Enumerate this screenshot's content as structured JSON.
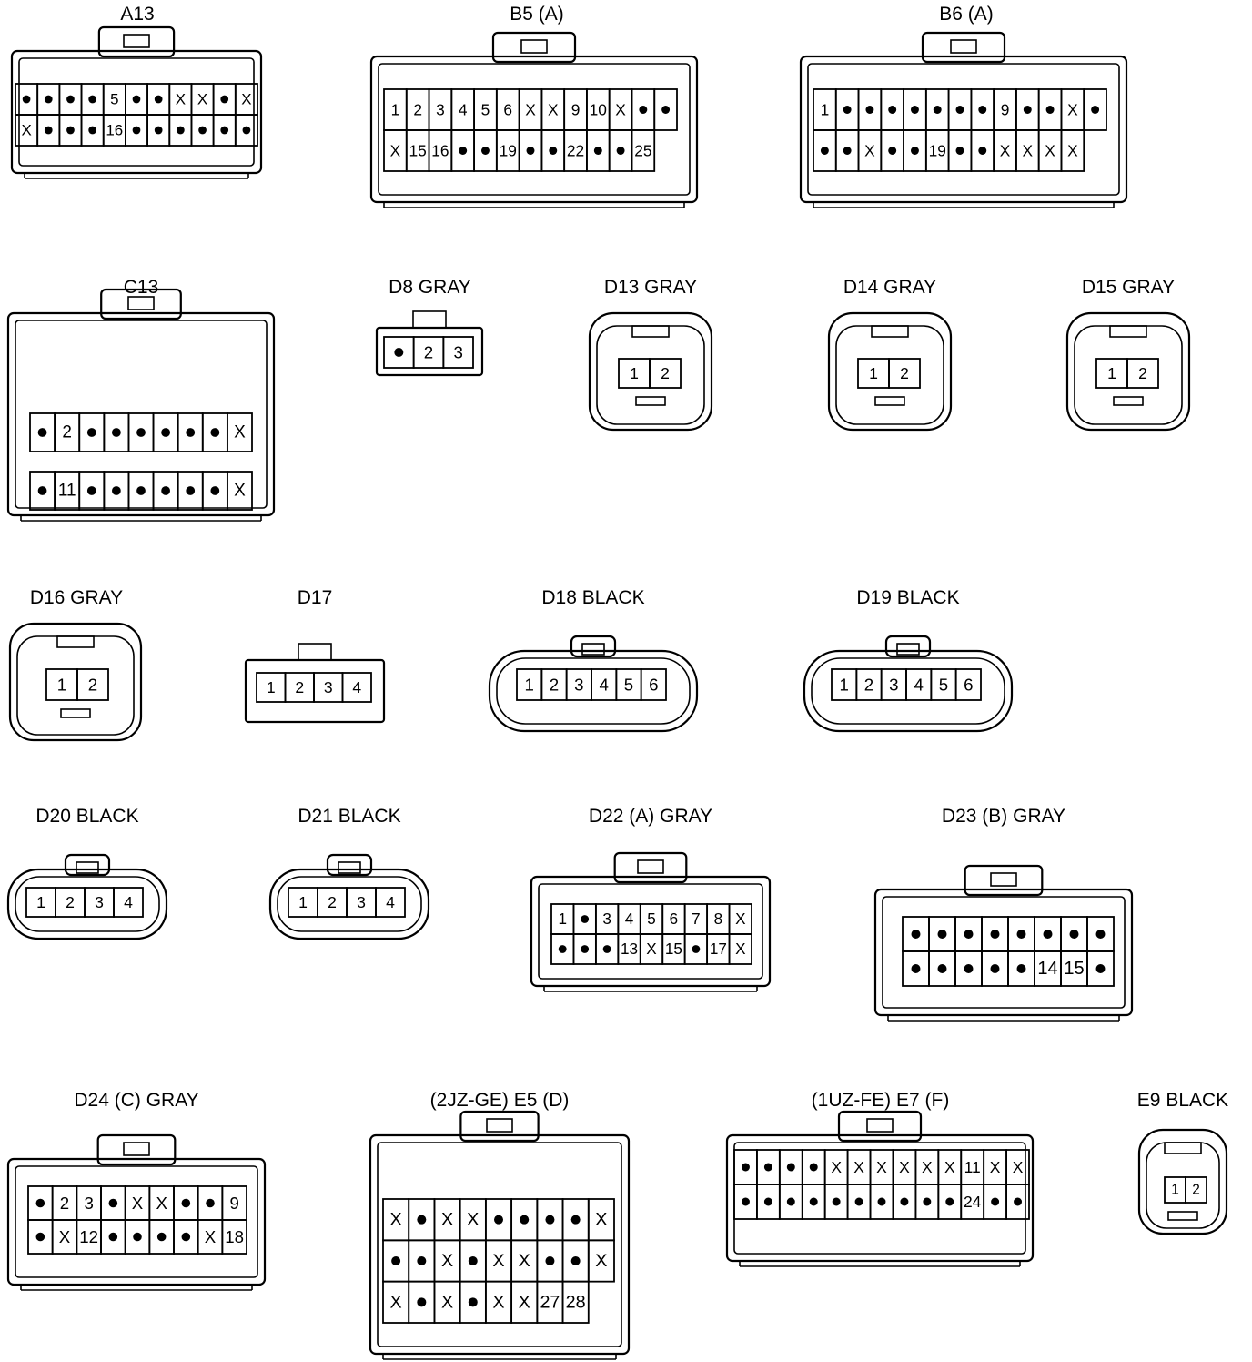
{
  "connectors": [
    {
      "id": "A13",
      "title": "A13",
      "variant": "dual",
      "rows": [
        [
          "•",
          "•",
          "•",
          "•",
          "5",
          "•",
          "•",
          "X",
          "X",
          "•",
          "X"
        ],
        [
          "X",
          "•",
          "•",
          "•",
          "16",
          "•",
          "•",
          "•",
          "•",
          "•",
          "•"
        ]
      ]
    },
    {
      "id": "B5",
      "title": "B5 (A)",
      "variant": "dual",
      "rows": [
        [
          "1",
          "2",
          "3",
          "4",
          "5",
          "6",
          "X",
          "X",
          "9",
          "10",
          "X",
          "•",
          "•"
        ],
        [
          "X",
          "15",
          "16",
          "•",
          "•",
          "19",
          "•",
          "•",
          "22",
          "•",
          "•",
          "25"
        ]
      ]
    },
    {
      "id": "B6",
      "title": "B6 (A)",
      "variant": "dual",
      "rows": [
        [
          "1",
          "•",
          "•",
          "•",
          "•",
          "•",
          "•",
          "•",
          "9",
          "•",
          "•",
          "X",
          "•"
        ],
        [
          "•",
          "•",
          "X",
          "•",
          "•",
          "19",
          "•",
          "•",
          "X",
          "X",
          "X",
          "X"
        ]
      ]
    },
    {
      "id": "C13",
      "title": "C13",
      "variant": "tall",
      "rows": [
        [
          "•",
          "2",
          "•",
          "•",
          "•",
          "•",
          "•",
          "•",
          "X"
        ],
        [
          "•",
          "11",
          "•",
          "•",
          "•",
          "•",
          "•",
          "•",
          "X"
        ]
      ]
    },
    {
      "id": "D8",
      "title": "D8  GRAY",
      "variant": "small",
      "rows": [
        [
          "•",
          "2",
          "3"
        ]
      ]
    },
    {
      "id": "D13",
      "title": "D13  GRAY",
      "variant": "round",
      "rows": [
        [
          "1",
          "2"
        ]
      ]
    },
    {
      "id": "D14",
      "title": "D14  GRAY",
      "variant": "round",
      "rows": [
        [
          "1",
          "2"
        ]
      ]
    },
    {
      "id": "D15",
      "title": "D15  GRAY",
      "variant": "round",
      "rows": [
        [
          "1",
          "2"
        ]
      ]
    },
    {
      "id": "D16",
      "title": "D16  GRAY",
      "variant": "round",
      "rows": [
        [
          "1",
          "2"
        ]
      ]
    },
    {
      "id": "D17",
      "title": "D17",
      "variant": "small",
      "rows": [
        [
          "1",
          "2",
          "3",
          "4"
        ]
      ]
    },
    {
      "id": "D18",
      "title": "D18  BLACK",
      "variant": "oval",
      "rows": [
        [
          "1",
          "2",
          "3",
          "4",
          "5",
          "6"
        ]
      ]
    },
    {
      "id": "D19",
      "title": "D19  BLACK",
      "variant": "oval",
      "rows": [
        [
          "1",
          "2",
          "3",
          "4",
          "5",
          "6"
        ]
      ]
    },
    {
      "id": "D20",
      "title": "D20  BLACK",
      "variant": "oval",
      "rows": [
        [
          "1",
          "2",
          "3",
          "4"
        ]
      ]
    },
    {
      "id": "D21",
      "title": "D21  BLACK",
      "variant": "oval",
      "rows": [
        [
          "1",
          "2",
          "3",
          "4"
        ]
      ]
    },
    {
      "id": "D22",
      "title": "D22 (A)  GRAY",
      "variant": "dual",
      "rows": [
        [
          "1",
          "•",
          "3",
          "4",
          "5",
          "6",
          "7",
          "8",
          "X"
        ],
        [
          "•",
          "•",
          "•",
          "13",
          "X",
          "15",
          "•",
          "17",
          "X"
        ]
      ]
    },
    {
      "id": "D23",
      "title": "D23 (B)  GRAY",
      "variant": "dual",
      "rows": [
        [
          "•",
          "•",
          "•",
          "•",
          "•",
          "•",
          "•",
          "•"
        ],
        [
          "•",
          "•",
          "•",
          "•",
          "•",
          "14",
          "15",
          "•"
        ]
      ]
    },
    {
      "id": "D24",
      "title": "D24 (C)  GRAY",
      "variant": "dual",
      "rows": [
        [
          "•",
          "2",
          "3",
          "•",
          "X",
          "X",
          "•",
          "•",
          "9"
        ],
        [
          "•",
          "X",
          "12",
          "•",
          "•",
          "•",
          "•",
          "X",
          "18"
        ]
      ]
    },
    {
      "id": "E5",
      "title": "(2JZ-GE)  E5 (D)",
      "variant": "tall",
      "rows": [
        [
          "X",
          "•",
          "X",
          "X",
          "•",
          "•",
          "•",
          "•",
          "X"
        ],
        [
          "•",
          "•",
          "X",
          "•",
          "X",
          "X",
          "•",
          "•",
          "X"
        ],
        [
          "X",
          "•",
          "X",
          "•",
          "X",
          "X",
          "27",
          "28"
        ]
      ]
    },
    {
      "id": "E7",
      "title": "(1UZ-FE)  E7 (F)",
      "variant": "dual",
      "rows": [
        [
          "•",
          "•",
          "•",
          "•",
          "X",
          "X",
          "X",
          "X",
          "X",
          "X",
          "11",
          "X",
          "X"
        ],
        [
          "•",
          "•",
          "•",
          "•",
          "•",
          "•",
          "•",
          "•",
          "•",
          "•",
          "24",
          "•",
          "•"
        ]
      ]
    },
    {
      "id": "E9",
      "title": "E9  BLACK",
      "variant": "round",
      "rows": [
        [
          "1",
          "2"
        ]
      ]
    }
  ]
}
